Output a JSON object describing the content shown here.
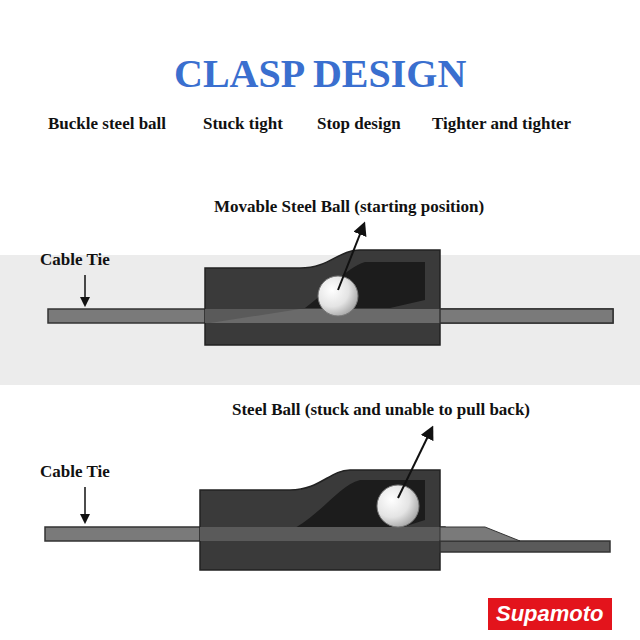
{
  "diagram": {
    "title": "CLASP DESIGN",
    "nodes": [
      {
        "text": [
          "Supamoto"
        ]
      }
    ],
    "labels": [
      "Buckle steel ball",
      "Stuck tight",
      "Stop design",
      "Tighter and tighter",
      "Movable Steel Ball (starting position)",
      "Cable Tie",
      "Steel Ball (stuck and unable to pull back)",
      "Cable Tie",
      "Supamoto"
    ]
  }
}
